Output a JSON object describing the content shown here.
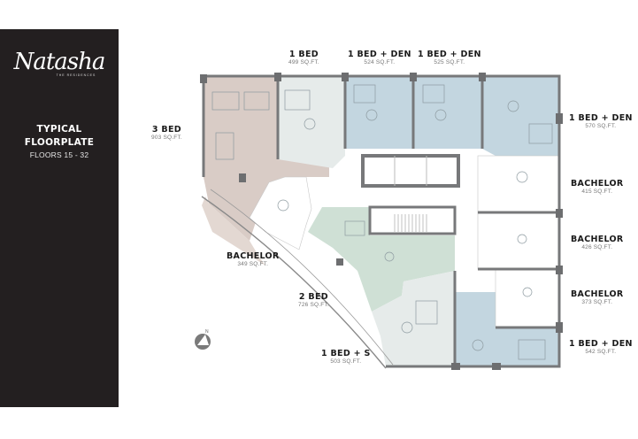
{
  "sidebar": {
    "logo_text": "Natasha",
    "logo_subtitle": "THE RESIDENCES",
    "title_line1": "TYPICAL",
    "title_line2": "FLOORPLATE",
    "floors": "FLOORS 15 - 32",
    "background": "#231f20"
  },
  "colors": {
    "three_bed": "#d9ccc6",
    "one_bed_den": "#c3d6e0",
    "two_bed": "#cfe0d5",
    "one_bed": "#e6ebea",
    "walls": "#77787a"
  },
  "compass": {
    "label": "N"
  },
  "units": [
    {
      "id": "1bed-top",
      "name": "1 BED",
      "area": "499 SQ.FT."
    },
    {
      "id": "1bedden-top-a",
      "name": "1 BED + DEN",
      "area": "524 SQ.FT."
    },
    {
      "id": "1bedden-top-b",
      "name": "1 BED + DEN",
      "area": "525 SQ.FT."
    },
    {
      "id": "1bedden-right-top",
      "name": "1 BED + DEN",
      "area": "570 SQ.FT."
    },
    {
      "id": "3bed",
      "name": "3 BED",
      "area": "903 SQ.FT."
    },
    {
      "id": "bachelor-415",
      "name": "BACHELOR",
      "area": "415 SQ.FT."
    },
    {
      "id": "bachelor-426",
      "name": "BACHELOR",
      "area": "426 SQ.FT."
    },
    {
      "id": "bachelor-349",
      "name": "BACHELOR",
      "area": "349 SQ.FT."
    },
    {
      "id": "bachelor-373",
      "name": "BACHELOR",
      "area": "373 SQ.FT."
    },
    {
      "id": "2bed",
      "name": "2 BED",
      "area": "726 SQ.FT."
    },
    {
      "id": "1beds",
      "name": "1 BED + S",
      "area": "503 SQ.FT."
    },
    {
      "id": "1bedden-right-bottom",
      "name": "1 BED + DEN",
      "area": "542 SQ.FT."
    }
  ]
}
